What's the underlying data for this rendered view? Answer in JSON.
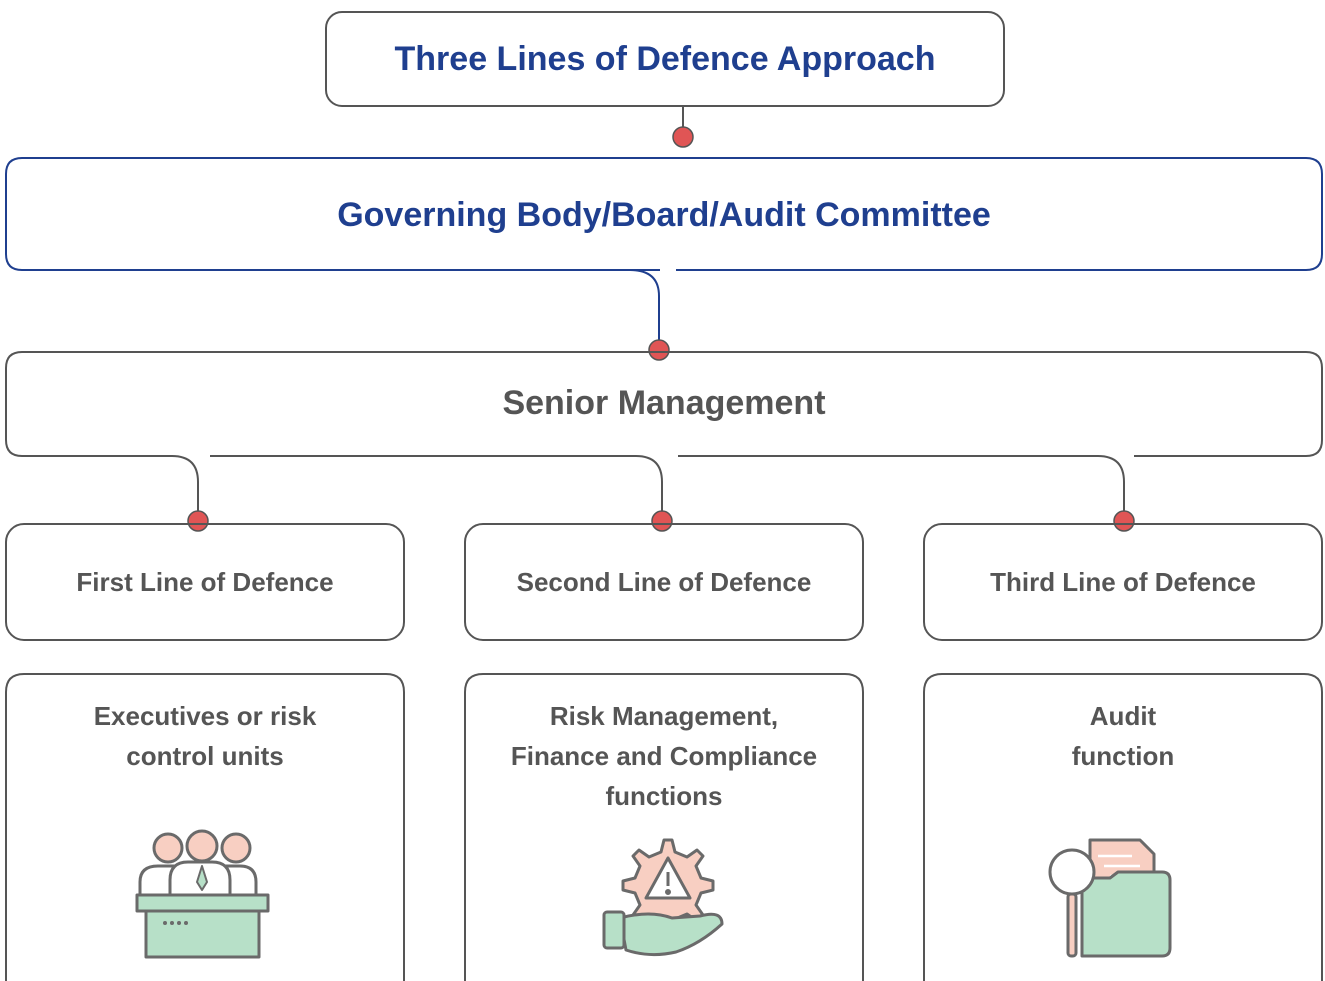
{
  "title": "Three Lines of Defence Approach",
  "board": "Governing Body/Board/Audit Committee",
  "senior": "Senior Management",
  "lines": [
    {
      "label": "First Line of Defence",
      "description": [
        "Executives or risk",
        "control units"
      ],
      "icon": "people-at-podium-icon"
    },
    {
      "label": "Second Line of Defence",
      "description": [
        "Risk Management,",
        "Finance and Compliance",
        "functions"
      ],
      "icon": "hand-gear-warning-icon"
    },
    {
      "label": "Third Line of Defence",
      "description": [
        "Audit",
        "function"
      ],
      "icon": "folder-magnifier-icon"
    }
  ],
  "colors": {
    "title_text": "#1f3f8f",
    "body_text": "#555555",
    "box_border": "#555555",
    "connector_blue": "#1f3f8f",
    "connector_grey": "#555555",
    "dot": "#e05555",
    "icon_green": "#b7e0c8",
    "icon_pink": "#f8cfc2"
  }
}
